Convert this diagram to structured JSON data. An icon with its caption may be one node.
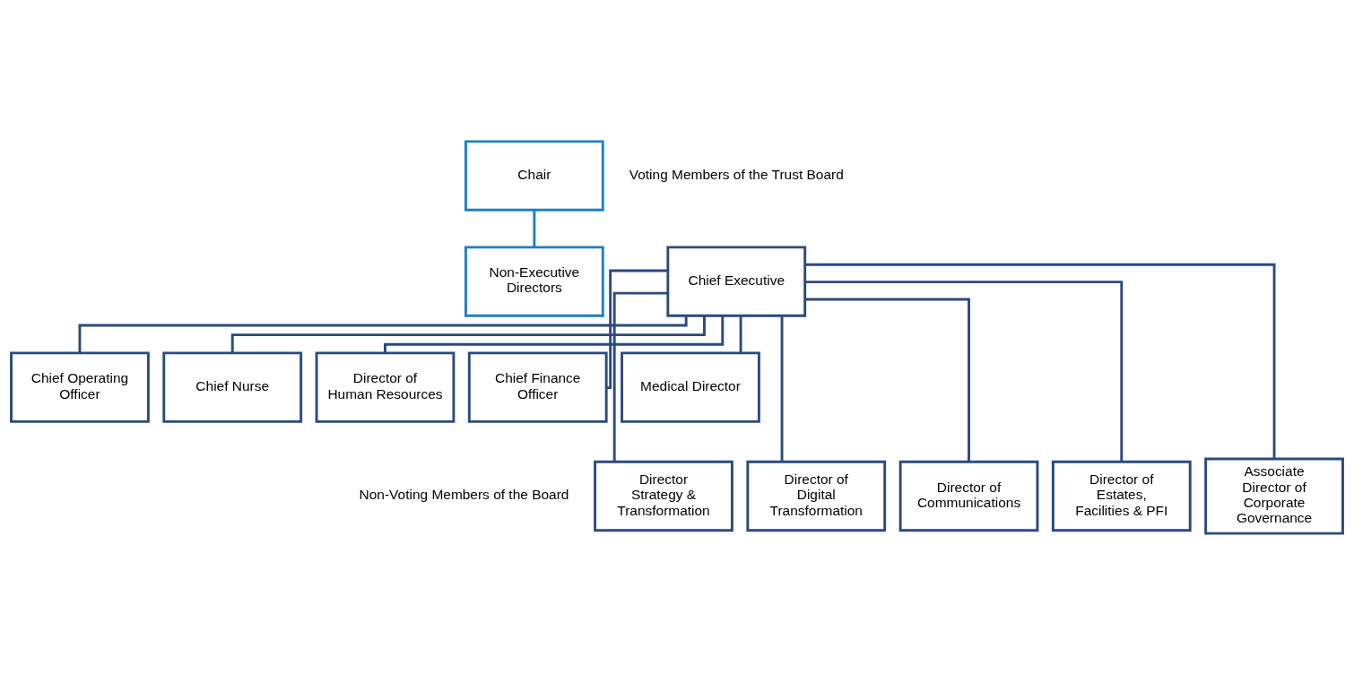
{
  "diagram": {
    "nodes": [
      {
        "text": [
          "Chair"
        ]
      },
      {
        "text": [
          "Non-Executive Directors"
        ]
      },
      {
        "text": [
          "Chief Executive"
        ]
      },
      {
        "text": [
          "Chief Operating Officer"
        ]
      },
      {
        "text": [
          "Chief Nurse"
        ]
      },
      {
        "text": [
          "Director of Human Resources"
        ]
      },
      {
        "text": [
          "Chief Finance Officer"
        ]
      },
      {
        "text": [
          "Medical Director"
        ]
      },
      {
        "text": [
          "Director Strategy & Transformation"
        ]
      },
      {
        "text": [
          "Director of Digital Transformation"
        ]
      },
      {
        "text": [
          "Director of Communications"
        ]
      },
      {
        "text": [
          "Director of Estates, Facilities & PFI"
        ]
      },
      {
        "text": [
          "Associate Director of Corporate Governance"
        ]
      }
    ],
    "edges": [
      {
        "from": 0,
        "to": 1,
        "arrow": "none",
        "color": "#1f7fc4"
      },
      {
        "from": 2,
        "to": 3,
        "arrow": "none"
      },
      {
        "from": 2,
        "to": 4,
        "arrow": "none"
      },
      {
        "from": 2,
        "to": 5,
        "arrow": "none"
      },
      {
        "from": 2,
        "to": 6,
        "arrow": "none"
      },
      {
        "from": 2,
        "to": 7,
        "arrow": "none"
      },
      {
        "from": 2,
        "to": 8,
        "arrow": "none"
      },
      {
        "from": 2,
        "to": 9,
        "arrow": "none"
      },
      {
        "from": 2,
        "to": 10,
        "arrow": "none"
      },
      {
        "from": 2,
        "to": 11,
        "arrow": "none"
      },
      {
        "from": 2,
        "to": 12,
        "arrow": "none"
      }
    ],
    "labels": [
      "Voting Members of the Trust Board",
      "Non-Voting Members of the Board"
    ]
  }
}
